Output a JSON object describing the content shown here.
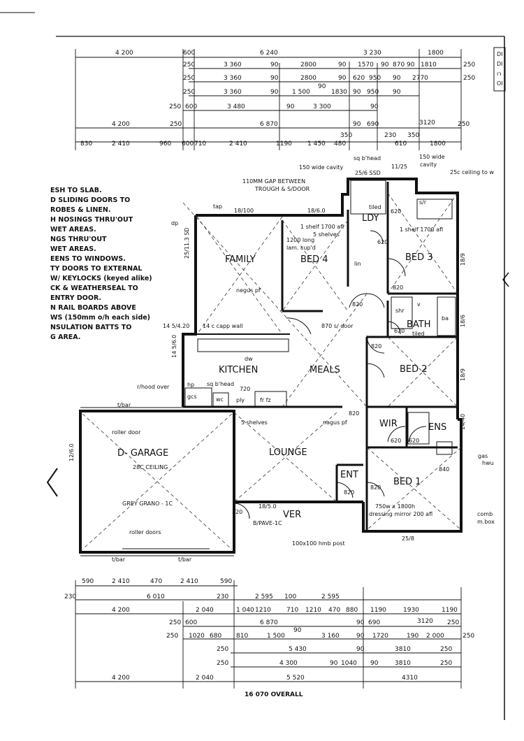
{
  "dims_top": {
    "r1": [
      "4 200",
      "600",
      "6 240",
      "3 230",
      "1800"
    ],
    "r2": [
      "250",
      "3 360",
      "90",
      "2800",
      "90",
      "1570",
      "90",
      "870",
      "90",
      "1810",
      "250"
    ],
    "r3": [
      "250",
      "3 360",
      "90",
      "2800",
      "90",
      "620",
      "950",
      "90",
      "2770",
      "250"
    ],
    "r4": [
      "250",
      "3 360",
      "90",
      "1 500",
      "90",
      "1830",
      "90",
      "950",
      "90"
    ],
    "r5": [
      "250",
      "600",
      "3 480",
      "90",
      "3 300",
      "90"
    ],
    "r6": [
      "4 200",
      "250",
      "6 870",
      "90",
      "690",
      "3120",
      "250"
    ],
    "r7": [
      "830",
      "2 410",
      "960",
      "600",
      "710",
      "2 410",
      "1190",
      "1 450",
      "480",
      "350",
      "230",
      "610",
      "350",
      "1800"
    ]
  },
  "dims_bottom": {
    "r1": [
      "590",
      "2 410",
      "470",
      "2 410",
      "590"
    ],
    "r2": [
      "230",
      "6 010",
      "230",
      "2 595",
      "100",
      "2 595"
    ],
    "r3": [
      "4 200",
      "2 040",
      "1 040",
      "1210",
      "710",
      "1210",
      "470",
      "880",
      "1190",
      "1930",
      "1190"
    ],
    "r4": [
      "250",
      "600",
      "6 870",
      "90",
      "690",
      "3120",
      "250"
    ],
    "r5": [
      "250",
      "1020",
      "680",
      "810",
      "1 500",
      "90",
      "3 160",
      "90",
      "1720",
      "190",
      "2 000",
      "250"
    ],
    "r6": [
      "250",
      "5 430",
      "90",
      "3810",
      "250"
    ],
    "r7": [
      "250",
      "4 300",
      "90",
      "1040",
      "90",
      "3810",
      "250"
    ],
    "r8": [
      "4 200",
      "2 040",
      "5 520",
      "4310"
    ],
    "overall": "16 070  OVERALL"
  },
  "title_block": [
    "DI",
    "DI",
    "רו",
    "OI"
  ],
  "notes": [
    "ESH TO SLAB.",
    "D SLIDING DOORS TO",
    "ROBES & LINEN.",
    "H NOSINGS THRU'OUT",
    "WET AREAS.",
    "NGS THRU'OUT",
    "WET AREAS.",
    "EENS TO WINDOWS.",
    "TY DOORS TO EXTERNAL",
    "W/ KEYLOCKS (keyed alike)",
    "CK & WEATHERSEAL TO",
    "ENTRY DOOR.",
    "N RAIL BOARDS ABOVE",
    "WS (150mm o/h each side)",
    "NSULATION BATTS TO",
    "G AREA."
  ],
  "rooms": {
    "family": "FAMILY",
    "bed4": "BED 4",
    "bed3": "BED 3",
    "bath": "BATH",
    "bath_sub": "tiled",
    "bed2": "BED 2",
    "kitchen": "KITCHEN",
    "meals": "MEALS",
    "lounge": "LOUNGE",
    "garage": "D- GARAGE",
    "garage_ceiling": "28C CEILING",
    "garage_floor": "GREY GRANO - 1C",
    "bed1": "BED 1",
    "wir": "WIR",
    "ens": "ENS",
    "ent": "ENT",
    "ver": "VER",
    "wc": "wc",
    "ldy": "LDY"
  },
  "labels": {
    "sq_bhead_top": "sq b'head",
    "cavity150": "150 wide cavity",
    "gap": "110MM GAP BETWEEN",
    "gap2": "TROUGH & S/DOOR",
    "ssd": "25/6 SSD",
    "w1125": "11/25",
    "wide150": "150 wide",
    "cavity": "cavity",
    "ceiling25": "25c ceiling to w",
    "tap1": "tap",
    "w18100": "18/100",
    "w186": "18/6.0",
    "tiled": "tiled",
    "shelf1": "1 shelf 1700 afl",
    "shelves5": "5 shelves",
    "cupd": "1200 long",
    "cupd2": "lam. cup'd",
    "lin": "lin",
    "sr": "s/r",
    "shelf2": "1 shelf 1700 afl",
    "w1811": "25/11.3 SD",
    "negus": "negus pf",
    "dp": "dp",
    "capp": "14 c capp wall",
    "sdoor": "870 s/ door",
    "w189": "18/9",
    "w186b": "18/6",
    "w189b": "18/9",
    "w1440": "14/40",
    "w1454": "14 5/4.20",
    "w1456": "14 5/6.0",
    "dw": "dw",
    "hp": "hp",
    "gcs": "gcs",
    "sqbhead": "sq b'head",
    "w720": "720",
    "ply": "ply",
    "frfz": "fr fz",
    "rhood": "r/hood over",
    "tbar": "t/bar",
    "shelves": "5 shelves",
    "negus2": "nagus pf",
    "rollerdoor": "roller door",
    "w126": "12/6.0",
    "rollerdoors": "roller doors",
    "tbar2": "t/bar",
    "tbar3": "t/bar",
    "w185": "18/5.0",
    "bpave": "B/PAVE-1C",
    "post": "100x100 hmb post",
    "w258": "25/8",
    "mirror1": "750w x 1800h",
    "mirror2": "dressing mirror 200 afl",
    "comb": "comb",
    "mbox": "m.box",
    "gas": "gas",
    "hwu": "hwu",
    "w840": "840",
    "shr": "shr",
    "ba": "ba",
    "vv": "v",
    "d820": "820",
    "d620": "620",
    "d320": "320"
  }
}
